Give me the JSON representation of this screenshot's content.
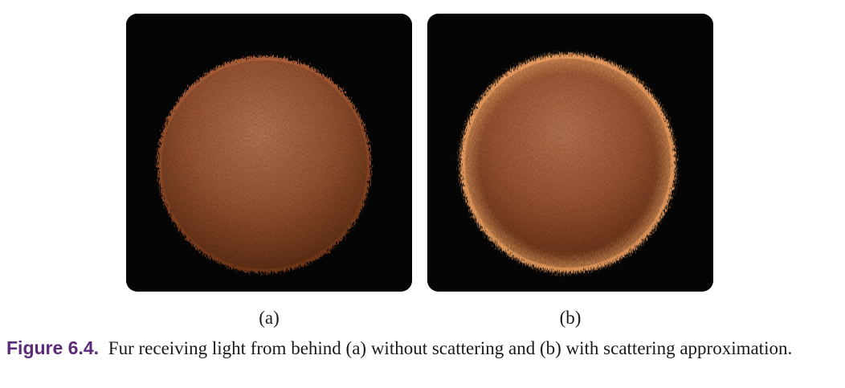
{
  "figure": {
    "label": "Figure 6.4.",
    "caption": "Fur receiving light from behind (a) without scattering and (b) with scattering approximation.",
    "panels": [
      {
        "id": "a",
        "label": "(a)",
        "rim_light": false
      },
      {
        "id": "b",
        "label": "(b)",
        "rim_light": true
      }
    ]
  },
  "colors": {
    "background": "#050505",
    "fur_light": "#c97a4e",
    "fur_mid": "#a65a34",
    "fur_dark": "#6b3318",
    "rim_highlight": "#f0a060",
    "caption_label": "#5c2a7a"
  }
}
